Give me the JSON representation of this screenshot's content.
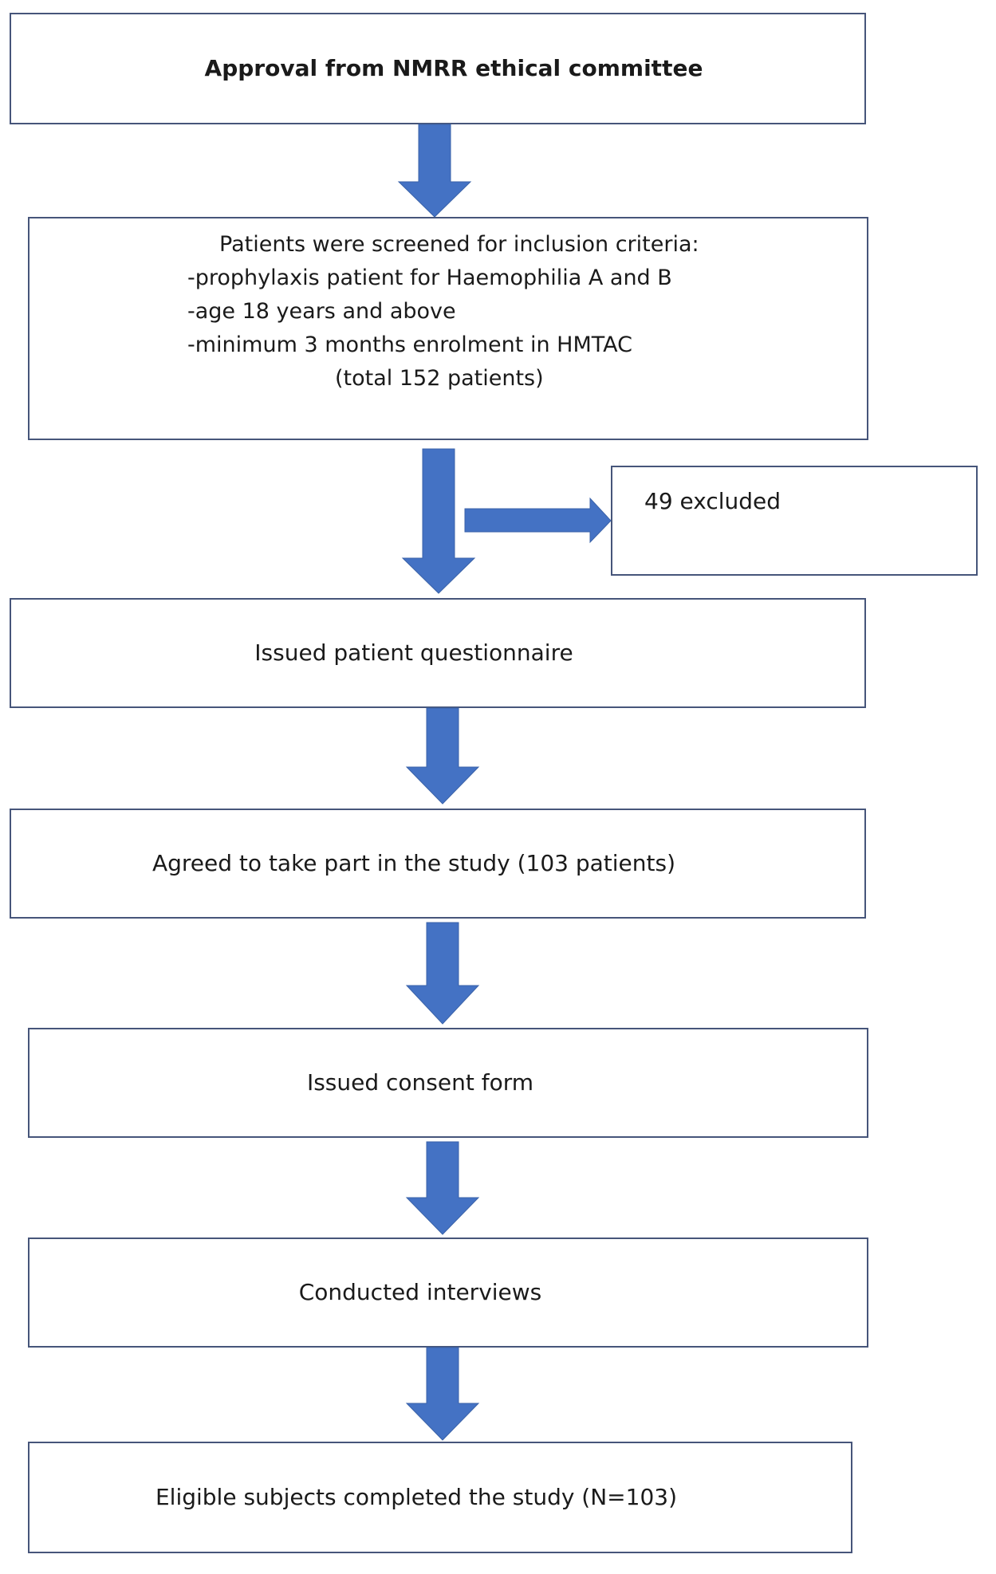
{
  "flowchart": {
    "approval": "Approval from NMRR ethical committee",
    "screening": {
      "heading": "Patients were screened for inclusion criteria:",
      "criteria": [
        "-prophylaxis patient for Haemophilia A and B",
        "-age 18 years and above",
        "-minimum 3 months enrolment in HMTAC"
      ],
      "total": "(total 152 patients)"
    },
    "excluded": "49 excluded",
    "questionnaire": "Issued patient questionnaire",
    "agreed": "Agreed to take part in the study (103 patients)",
    "consent": "Issued consent form",
    "interviews": "Conducted interviews",
    "completed": "Eligible subjects completed the study (N=103)"
  },
  "colors": {
    "arrow_fill": "#4472c4",
    "box_border": "#46557a"
  }
}
